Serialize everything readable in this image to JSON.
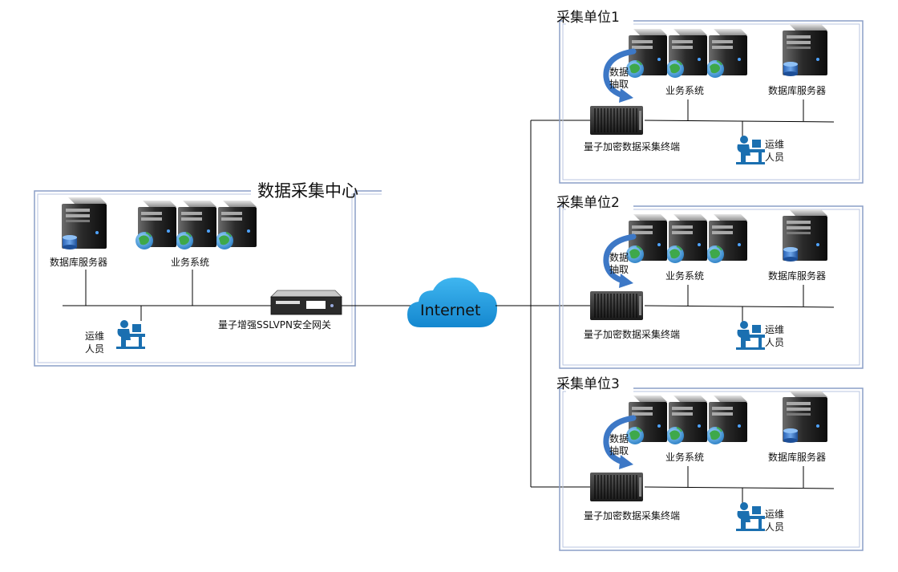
{
  "center": {
    "title": "数据采集中心",
    "db_server": "数据库服务器",
    "biz_system": "业务系统",
    "ops_line1": "运维",
    "ops_line2": "人员",
    "gateway": "量子增强SSLVPN安全网关"
  },
  "cloud": {
    "label": "Internet"
  },
  "units": [
    {
      "title": "采集单位1",
      "extract_line1": "数据",
      "extract_line2": "抽取",
      "biz_system": "业务系统",
      "db_server": "数据库服务器",
      "terminal": "量子加密数据采集终端",
      "ops_line1": "运维",
      "ops_line2": "人员"
    },
    {
      "title": "采集单位2",
      "extract_line1": "数据",
      "extract_line2": "抽取",
      "biz_system": "业务系统",
      "db_server": "数据库服务器",
      "terminal": "量子加密数据采集终端",
      "ops_line1": "运维",
      "ops_line2": "人员"
    },
    {
      "title": "采集单位3",
      "extract_line1": "数据",
      "extract_line2": "抽取",
      "biz_system": "业务系统",
      "db_server": "数据库服务器",
      "terminal": "量子加密数据采集终端",
      "ops_line1": "运维",
      "ops_line2": "人员"
    }
  ],
  "colors": {
    "frame": "#8c9fc7",
    "cloud": "#1e9fe0",
    "arrow": "#3d78c6",
    "person": "#1a6fb0",
    "globe": "#4aa3d8"
  }
}
